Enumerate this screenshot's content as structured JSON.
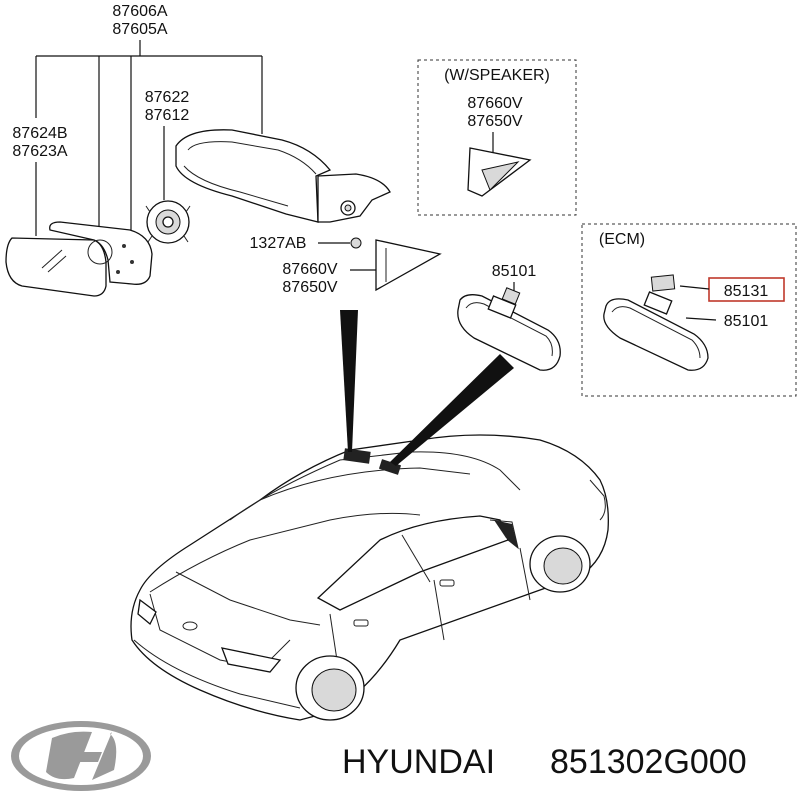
{
  "labels": {
    "mirror_assy_outside_a": "87606A",
    "mirror_assy_outside_b": "87605A",
    "mirror_glass_a": "87624B",
    "mirror_glass_b": "87623A",
    "actuator_a": "87622",
    "actuator_b": "87612",
    "screw": "1327AB",
    "cover_a": "87660V",
    "cover_b": "87650V",
    "inside_mirror": "85101"
  },
  "speaker_box": {
    "title": "(W/SPEAKER)",
    "part_a": "87660V",
    "part_b": "87650V"
  },
  "ecm_box": {
    "title": "(ECM)",
    "part_highlighted": "85131",
    "part_mirror": "85101"
  },
  "footer": {
    "brand": "HYUNDAI",
    "part_number": "851302G000"
  },
  "icons": {
    "logo": "hyundai-logo-icon"
  },
  "colors": {
    "highlight": "#c0392b",
    "logo_silver": "#9a9a9a"
  }
}
